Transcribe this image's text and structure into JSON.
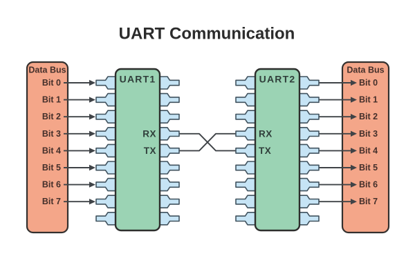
{
  "title": "UART Communication",
  "colors": {
    "background": "#ffffff",
    "bus_fill": "#f4a689",
    "bus_stroke": "#33302e",
    "bus_text": "#45302b",
    "chip_fill": "#9bd3b4",
    "chip_stroke": "#2d2f2d",
    "chip_text": "#2f3e3a",
    "pin_fill": "#c6e4f5",
    "pin_stroke": "#40525e",
    "wire": "#3f4347",
    "title_text": "#2b2b2b"
  },
  "left_bus": {
    "label": "Data Bus",
    "bits": [
      "Bit 0",
      "Bit 1",
      "Bit 2",
      "Bit 3",
      "Bit 4",
      "Bit 5",
      "Bit 6",
      "Bit 7"
    ]
  },
  "right_bus": {
    "label": "Data Bus",
    "bits": [
      "Bit 0",
      "Bit 1",
      "Bit 2",
      "Bit 3",
      "Bit 4",
      "Bit 5",
      "Bit 6",
      "Bit 7"
    ]
  },
  "chips": {
    "uart1": {
      "name": "UART1",
      "rx": "RX",
      "tx": "TX"
    },
    "uart2": {
      "name": "UART2",
      "rx": "RX",
      "tx": "TX"
    }
  }
}
